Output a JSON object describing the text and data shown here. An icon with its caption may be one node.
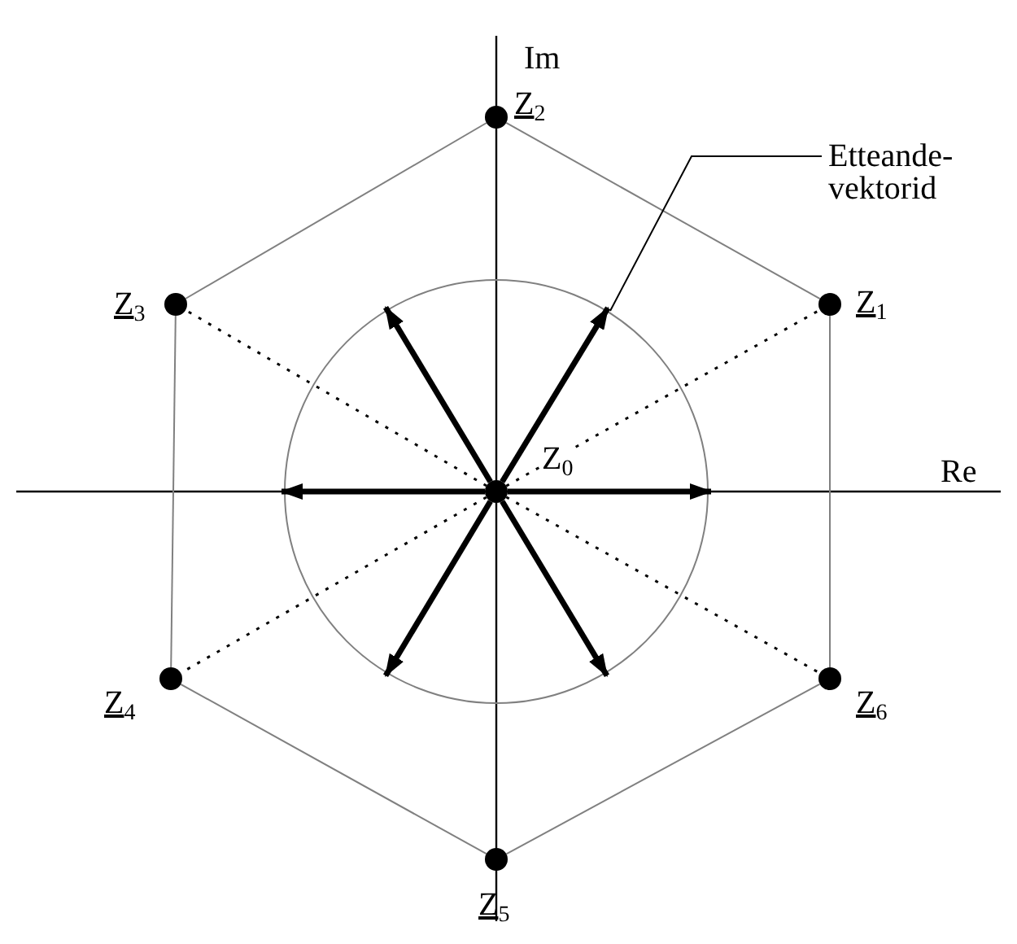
{
  "diagram": {
    "nodes": [
      {
        "text": [],
        "shape": "circle",
        "beside": [
          "Z$_{2}$"
        ]
      },
      {
        "text": [
          "Etteande- vektorid"
        ]
      },
      {
        "text": [],
        "shape": "circle",
        "beside": [
          "Z$_{3}$"
        ]
      },
      {
        "text": [],
        "shape": "circle",
        "beside": [
          "Z$_{1}$"
        ]
      },
      {
        "text": [],
        "shape": "circle",
        "beside": [
          "Z$_{0}$"
        ]
      },
      {
        "text": [],
        "shape": "circle",
        "beside": [
          "Z$_{4}$"
        ]
      },
      {
        "text": [],
        "shape": "circle",
        "beside": [
          "Z$_{6}$"
        ]
      },
      {
        "text": [],
        "shape": "circle",
        "beside": [
          "Z$_{5}$"
        ]
      }
    ],
    "edges": [
      {
        "from": 3,
        "to": 0,
        "arrow": "none",
        "color": "#808080"
      },
      {
        "from": 0,
        "to": 2,
        "arrow": "none",
        "color": "#808080"
      },
      {
        "from": 2,
        "to": 5,
        "arrow": "none",
        "color": "#808080"
      },
      {
        "from": 5,
        "to": 7,
        "arrow": "none",
        "color": "#808080"
      },
      {
        "from": 7,
        "to": 6,
        "arrow": "none",
        "color": "#808080"
      },
      {
        "from": 6,
        "to": 3,
        "arrow": "none",
        "color": "#808080"
      },
      {
        "from": 4,
        "to": 3,
        "arrow": "none",
        "style": "dashed"
      },
      {
        "from": 4,
        "to": 2,
        "arrow": "none",
        "style": "dashed"
      },
      {
        "from": 4,
        "to": 5,
        "arrow": "none",
        "style": "dashed"
      },
      {
        "from": 4,
        "to": 6,
        "arrow": "none",
        "style": "dashed"
      },
      {
        "from": 4,
        "to": null,
        "arrow": "to",
        "style": "thick"
      },
      {
        "from": 4,
        "to": null,
        "arrow": "to",
        "style": "thick"
      },
      {
        "from": 4,
        "to": null,
        "arrow": "to",
        "style": "thick"
      },
      {
        "from": 4,
        "to": null,
        "arrow": "to",
        "style": "thick"
      },
      {
        "from": 4,
        "to": null,
        "arrow": "to",
        "style": "thick"
      },
      {
        "from": 4,
        "to": null,
        "arrow": "to",
        "style": "thick"
      },
      {
        "from": 1,
        "to": null,
        "arrow": "none"
      }
    ],
    "labels": [
      "Im",
      "Re"
    ]
  }
}
